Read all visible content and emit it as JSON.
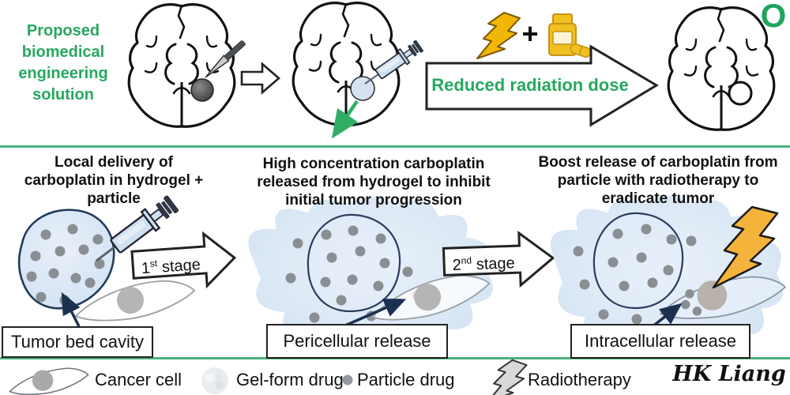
{
  "colors": {
    "accent_green": "#27a85f",
    "divider_green": "#4ab27c",
    "hydrogel_blue": "#dbe8f6",
    "splash_blue": "#d7e5f4",
    "outline_navy": "#24395c",
    "particle_gray": "#8a8f94",
    "lightning_yellow": "#f4b33a"
  },
  "top": {
    "intro_lines": [
      "Proposed",
      "biomedical",
      "engineering",
      "solution"
    ],
    "icons_plus": "+",
    "reduced_dose_label": "Reduced radiation dose",
    "corner_logo": "O"
  },
  "panels": [
    {
      "title_lines": [
        "Local delivery of",
        "carboplatin in hydrogel +",
        "particle"
      ],
      "callout": "Tumor bed cavity"
    },
    {
      "title_lines": [
        "High concentration carboplatin",
        "released from hydrogel to inhibit",
        "initial tumor progression"
      ],
      "callout": "Pericellular release"
    },
    {
      "title_lines": [
        "Boost release of carboplatin from",
        "particle with radiotherapy to",
        "eradicate tumor"
      ],
      "callout": "Intracellular release"
    }
  ],
  "stages": [
    {
      "num": "1",
      "suffix": "st",
      "word": " stage"
    },
    {
      "num": "2",
      "suffix": "nd",
      "word": " stage"
    }
  ],
  "legend": {
    "items": [
      {
        "icon": "cancer-cell-icon",
        "label": "Cancer cell"
      },
      {
        "icon": "gel-form-drug-icon",
        "label": "Gel-form drug"
      },
      {
        "icon": "particle-drug-icon",
        "label": "Particle drug"
      },
      {
        "icon": "radiotherapy-bolt-icon",
        "label": "Radiotherapy"
      }
    ],
    "signature": "HK Liang"
  }
}
